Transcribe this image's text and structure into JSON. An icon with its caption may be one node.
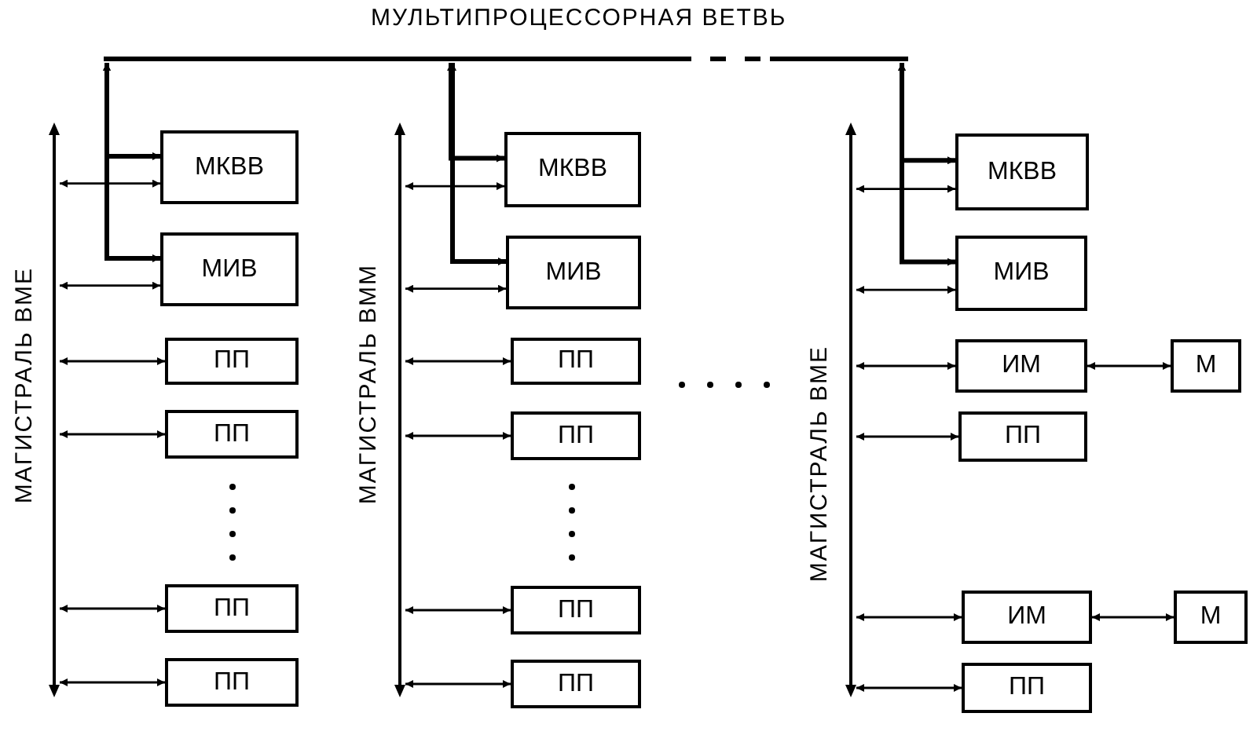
{
  "diagram": {
    "nodes": [
      {
        "text": [],
        "shape": "bar",
        "beside": [
          "МУЛЬТИПРОЦЕССОРНАЯ ВЕТВЬ"
        ]
      },
      {
        "text": [],
        "shape": "bar",
        "beside": [
          "МАГИСТРАЛЬ ВМЕ"
        ]
      },
      {
        "text": [
          "МКВВ"
        ]
      },
      {
        "text": [
          "МИВ"
        ]
      },
      {
        "text": [
          "ПП"
        ]
      },
      {
        "text": [
          "ПП"
        ]
      },
      {
        "text": [
          "ПП"
        ]
      },
      {
        "text": [
          "ПП"
        ]
      },
      {
        "text": [],
        "shape": "bar",
        "beside": [
          "МАГИСТРАЛЬ ВММ"
        ]
      },
      {
        "text": [
          "МКВВ"
        ]
      },
      {
        "text": [
          "МИВ"
        ]
      },
      {
        "text": [
          "ПП"
        ]
      },
      {
        "text": [
          "ПП"
        ]
      },
      {
        "text": [
          "ПП"
        ]
      },
      {
        "text": [
          "ПП"
        ]
      },
      {
        "text": [],
        "shape": "bar",
        "beside": [
          "МАГИСТРАЛЬ ВМЕ"
        ]
      },
      {
        "text": [
          "МКВВ"
        ]
      },
      {
        "text": [
          "МИВ"
        ]
      },
      {
        "text": [
          "ИМ"
        ]
      },
      {
        "text": [
          "М"
        ]
      },
      {
        "text": [
          "ПП"
        ]
      },
      {
        "text": [
          "ИМ"
        ]
      },
      {
        "text": [
          "М"
        ]
      },
      {
        "text": [
          "ПП"
        ]
      }
    ],
    "edges": [
      {
        "from": 0,
        "to": 2,
        "arrow": "both",
        "style": "thick"
      },
      {
        "from": 0,
        "to": 3,
        "arrow": "both",
        "style": "thick"
      },
      {
        "from": 1,
        "to": 2,
        "arrow": "both"
      },
      {
        "from": 1,
        "to": 3,
        "arrow": "both"
      },
      {
        "from": 1,
        "to": 4,
        "arrow": "both"
      },
      {
        "from": 1,
        "to": 5,
        "arrow": "both"
      },
      {
        "from": 1,
        "to": 6,
        "arrow": "both"
      },
      {
        "from": 1,
        "to": 7,
        "arrow": "both"
      },
      {
        "from": 0,
        "to": 9,
        "arrow": "both",
        "style": "thick"
      },
      {
        "from": 0,
        "to": 10,
        "arrow": "both",
        "style": "thick"
      },
      {
        "from": 8,
        "to": 9,
        "arrow": "both"
      },
      {
        "from": 8,
        "to": 10,
        "arrow": "both"
      },
      {
        "from": 8,
        "to": 11,
        "arrow": "both"
      },
      {
        "from": 8,
        "to": 12,
        "arrow": "both"
      },
      {
        "from": 8,
        "to": 13,
        "arrow": "both"
      },
      {
        "from": 8,
        "to": 14,
        "arrow": "both"
      },
      {
        "from": 0,
        "to": 16,
        "arrow": "both",
        "style": "thick"
      },
      {
        "from": 0,
        "to": 17,
        "arrow": "both",
        "style": "thick"
      },
      {
        "from": 15,
        "to": 16,
        "arrow": "both"
      },
      {
        "from": 15,
        "to": 17,
        "arrow": "both"
      },
      {
        "from": 15,
        "to": 18,
        "arrow": "both"
      },
      {
        "from": 18,
        "to": 19,
        "arrow": "both"
      },
      {
        "from": 15,
        "to": 20,
        "arrow": "both"
      },
      {
        "from": 15,
        "to": 21,
        "arrow": "both"
      },
      {
        "from": 21,
        "to": 22,
        "arrow": "both"
      },
      {
        "from": 15,
        "to": 23,
        "arrow": "both"
      }
    ]
  }
}
